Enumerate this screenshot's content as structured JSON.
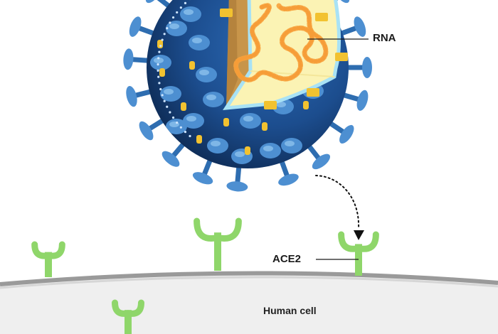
{
  "labels": {
    "rna": "RNA",
    "ace2": "ACE2",
    "human_cell": "Human cell"
  },
  "colors": {
    "virus_dark": "#0d2d58",
    "virus_mid": "#1f5aa0",
    "spike": "#4d8fd1",
    "spike_dark": "#2e6db0",
    "membrane_protein": "#f2c230",
    "interior": "#fbf3b4",
    "interior_edge": "#a8e2f5",
    "cut_wall": "#c8954a",
    "rna_strand": "#f08a1e",
    "receptor": "#8fd66a",
    "receptor_dark": "#5fae45",
    "cell_membrane": "#9c9c9c",
    "cell_body": "#efefef"
  },
  "icons": {
    "virus": "coronavirus-particle-icon",
    "receptor": "ace2-receptor-icon",
    "arrow": "dotted-arrow-icon"
  }
}
